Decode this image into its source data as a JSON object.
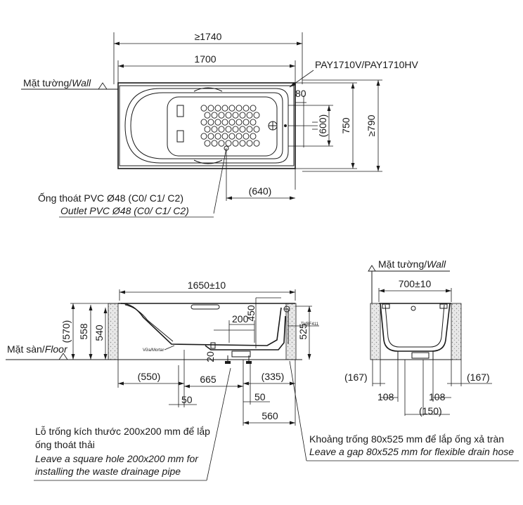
{
  "top_view": {
    "dim_overall_length": "≥1740",
    "dim_tub_length": "1700",
    "model": "PAY1710V/PAY1710HV",
    "wall_label_vi": "Mặt tường/",
    "wall_label_en": "Wall",
    "dim_80": "80",
    "dim_600": "(600)",
    "dim_750": "750",
    "dim_790": "≥790",
    "dim_640": "(640)",
    "outlet_vi": "Ống thoát PVC Ø48 (C0/ C1/ C2)",
    "outlet_en": "Outlet PVC Ø48 (C0/ C1/ C2)"
  },
  "side_view": {
    "dim_1650": "1650±10",
    "dim_570": "(570)",
    "dim_558": "558",
    "dim_540": "540",
    "dim_200": "200",
    "dim_450": "450",
    "dim_525": "525",
    "dim_20": "20",
    "model_small": "TVBF411",
    "mortar": "Vữa/Mortar",
    "floor_label_vi": "Mặt sàn/",
    "floor_label_en": "Floor",
    "dim_550": "(550)",
    "dim_665": "665",
    "dim_335": "(335)",
    "dim_50a": "50",
    "dim_50b": "50",
    "dim_560": "560"
  },
  "end_view": {
    "wall_label_vi": "Mặt tường/",
    "wall_label_en": "Wall",
    "dim_700": "700±10",
    "dim_167a": "(167)",
    "dim_167b": "(167)",
    "dim_108a": "108",
    "dim_108b": "108",
    "dim_150": "(150)"
  },
  "notes": {
    "hole_vi_1": "Lỗ trống kích thước 200x200 mm để lắp",
    "hole_vi_2": "ống thoát thải",
    "hole_en_1": "Leave a square hole  200x200 mm for",
    "hole_en_2": "installing the waste drainage pipe",
    "gap_vi": "Khoảng trống 80x525 mm để lắp ống xả tràn",
    "gap_en": "Leave a gap 80x525 mm for flexible drain hose"
  }
}
